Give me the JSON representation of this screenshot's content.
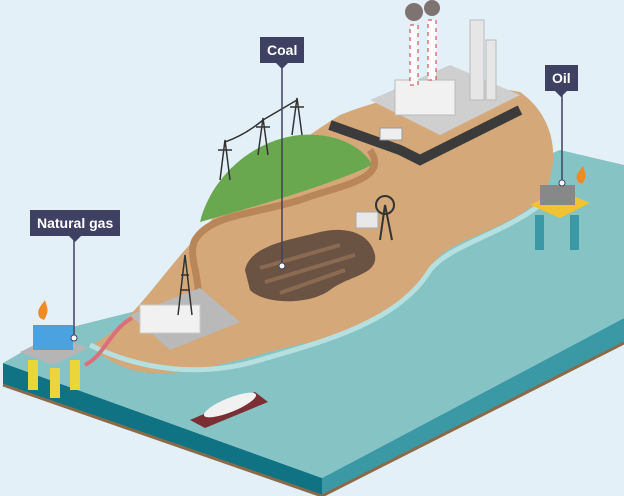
{
  "labels": {
    "natural_gas": "Natural gas",
    "coal": "Coal",
    "oil": "Oil"
  },
  "colors": {
    "sky": "#e3f0f7",
    "sand": "#d4a878",
    "water": "#86c3c4",
    "water_side": "#0f7384",
    "grass": "#6aa84f",
    "coal_pit": "#6b5343",
    "label_bg": "#3f4163"
  }
}
